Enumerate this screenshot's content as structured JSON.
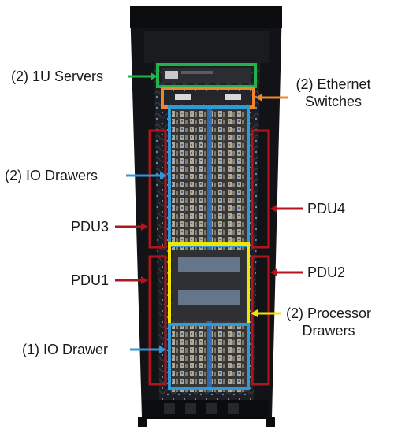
{
  "colors": {
    "green": "#21b34b",
    "orange": "#f0862a",
    "blue": "#2f9ad8",
    "red": "#b3141c",
    "yellow": "#f2e600",
    "cabinet": "#121316",
    "text": "#1a1a1a"
  },
  "labels": {
    "servers_1u": "(2) 1U Servers",
    "ethernet_switches": [
      "(2) Ethernet",
      "Switches"
    ],
    "io_drawers": "(2) IO Drawers",
    "pdu4": "PDU4",
    "pdu3": "PDU3",
    "pdu1": "PDU1",
    "pdu2": "PDU2",
    "processor_drawers": [
      "(2) Processor",
      "Drawers"
    ],
    "io_drawer_single": "(1) IO Drawer"
  },
  "icons": {
    "arrow": "arrow-icon"
  }
}
